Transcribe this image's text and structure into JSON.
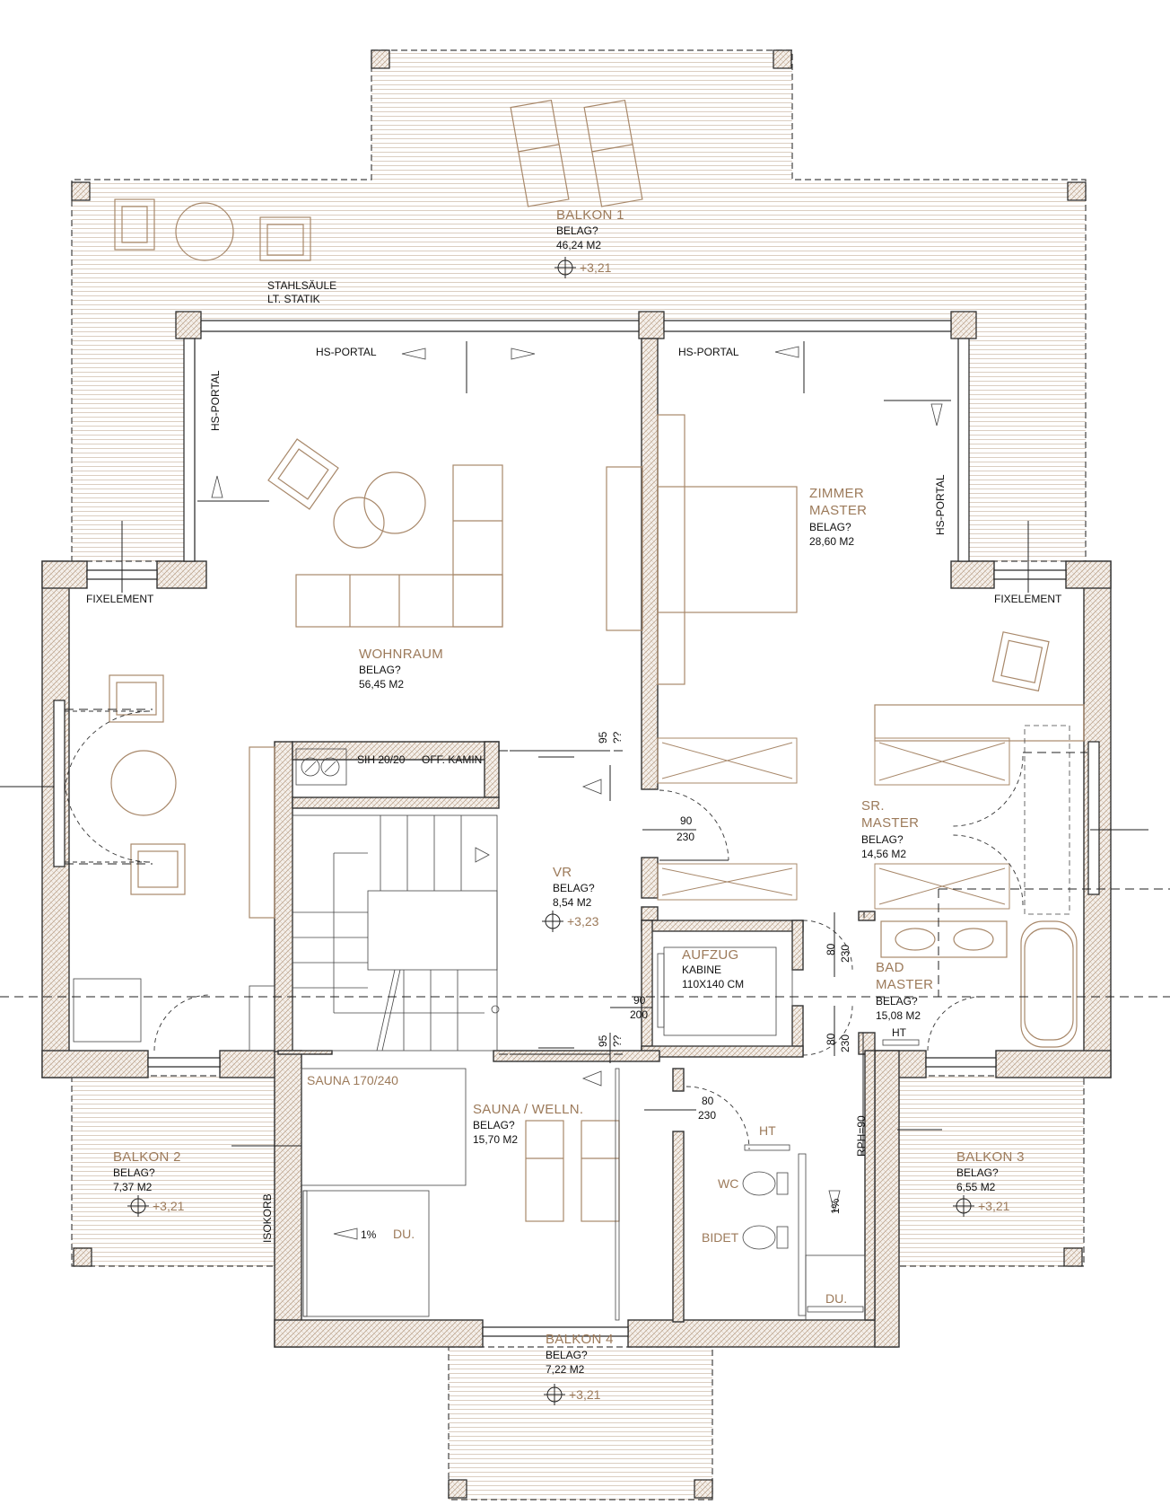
{
  "rooms": {
    "balkon1": {
      "name": "BALKON 1",
      "floor": "BELAG?",
      "area": "46,24 M2",
      "level": "+3,21"
    },
    "wohnraum": {
      "name": "WOHNRAUM",
      "floor": "BELAG?",
      "area": "56,45 M2"
    },
    "zimmer": {
      "name1": "ZIMMER",
      "name2": "MASTER",
      "floor": "BELAG?",
      "area": "28,60 M2"
    },
    "sr": {
      "name1": "SR.",
      "name2": "MASTER",
      "floor": "BELAG?",
      "area": "14,56 M2"
    },
    "vr": {
      "name": "VR",
      "floor": "BELAG?",
      "area": "8,54 M2",
      "level": "+3,23"
    },
    "aufzug": {
      "name": "AUFZUG",
      "kabine": "KABINE",
      "size": "110X140 CM"
    },
    "bad": {
      "name1": "BAD",
      "name2": "MASTER",
      "floor": "BELAG?",
      "area": "15,08 M2"
    },
    "sauna": {
      "name": "SAUNA / WELLN.",
      "floor": "BELAG?",
      "area": "15,70 M2",
      "cabin": "SAUNA 170/240"
    },
    "balkon2": {
      "name": "BALKON 2",
      "floor": "BELAG?",
      "area": "7,37 M2",
      "level": "+3,21"
    },
    "balkon3": {
      "name": "BALKON 3",
      "floor": "BELAG?",
      "area": "6,55 M2",
      "level": "+3,21"
    },
    "balkon4": {
      "name": "BALKON 4",
      "floor": "BELAG?",
      "area": "7,22 M2",
      "level": "+3,21"
    }
  },
  "labels": {
    "stahlsaeule1": "STAHLSÄULE",
    "stahlsaeule2": "LT. STATIK",
    "hs_portal": "HS-PORTAL",
    "fixelement": "FIXELEMENT",
    "sih": "SIH 20/20",
    "kamin": "OFF. KAMIN",
    "isokorb": "ISOKORB",
    "rph": "RPH=90",
    "ht": "HT",
    "wc": "WC",
    "bidet": "BIDET",
    "du": "DU.",
    "slope": "1%",
    "d95": "95",
    "dqq": "??",
    "d90": "90",
    "d230": "230",
    "d80": "80",
    "d200": "200"
  }
}
